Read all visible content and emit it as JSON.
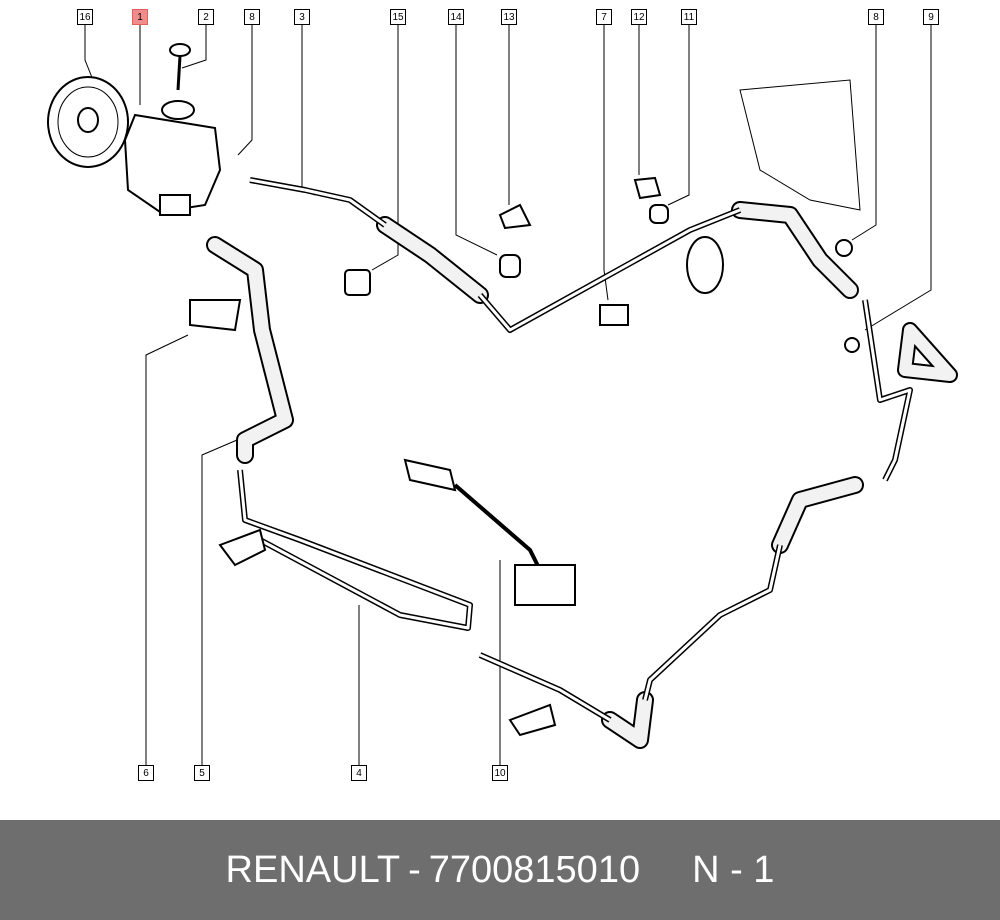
{
  "callouts": [
    {
      "id": "16",
      "highlighted": false
    },
    {
      "id": "1",
      "highlighted": true
    },
    {
      "id": "2",
      "highlighted": false
    },
    {
      "id": "8",
      "highlighted": false
    },
    {
      "id": "3",
      "highlighted": false
    },
    {
      "id": "15",
      "highlighted": false
    },
    {
      "id": "14",
      "highlighted": false
    },
    {
      "id": "13",
      "highlighted": false
    },
    {
      "id": "7",
      "highlighted": false
    },
    {
      "id": "12",
      "highlighted": false
    },
    {
      "id": "11",
      "highlighted": false
    },
    {
      "id": "8",
      "highlighted": false
    },
    {
      "id": "9",
      "highlighted": false
    },
    {
      "id": "6",
      "highlighted": false
    },
    {
      "id": "5",
      "highlighted": false
    },
    {
      "id": "4",
      "highlighted": false
    },
    {
      "id": "10",
      "highlighted": false
    }
  ],
  "footer": {
    "brand": "RENAULT",
    "separator": "-",
    "part_number": "7700815010",
    "note": "N - 1"
  },
  "colors": {
    "highlight": "#f08c8c",
    "footer_bg": "#6e6e6e"
  }
}
